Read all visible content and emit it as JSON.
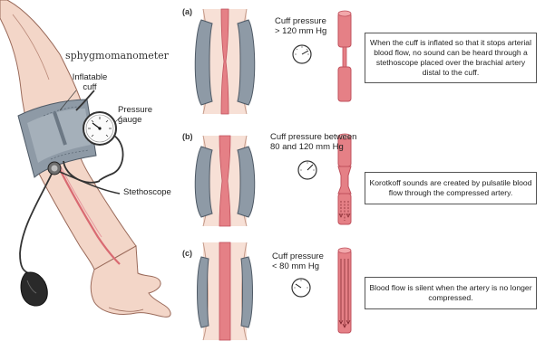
{
  "labels": {
    "sphygmomanometer": "sphygmomanometer",
    "inflatable_cuff_1": "Inflatable",
    "inflatable_cuff_2": "cuff",
    "pressure_gauge_1": "Pressure",
    "pressure_gauge_2": "gauge",
    "stethoscope": "Stethoscope"
  },
  "panels": [
    {
      "letter": "(a)",
      "pressure_line1": "Cuff pressure",
      "pressure_line2": "> 120 mm Hg",
      "desc": "When the cuff is inflated so that it stops arterial blood flow, no sound can be heard through a stethoscope placed over the brachial artery distal to the cuff."
    },
    {
      "letter": "(b)",
      "pressure_line1": "Cuff pressure between",
      "pressure_line2": "80 and 120 mm Hg",
      "desc": "Korotkoff sounds are created by pulsatile blood flow through the compressed artery."
    },
    {
      "letter": "(c)",
      "pressure_line1": "Cuff pressure",
      "pressure_line2": "< 80 mm Hg",
      "desc": "Blood flow is silent when the artery is no longer compressed."
    }
  ],
  "colors": {
    "skin": "#f3d6c8",
    "skin_outline": "#9a6a5a",
    "artery": "#e0707a",
    "artery_dark": "#c0505c",
    "cuff": "#8e9aa6",
    "cuff_dark": "#5f6b77",
    "bulb": "#2a2a2a"
  }
}
